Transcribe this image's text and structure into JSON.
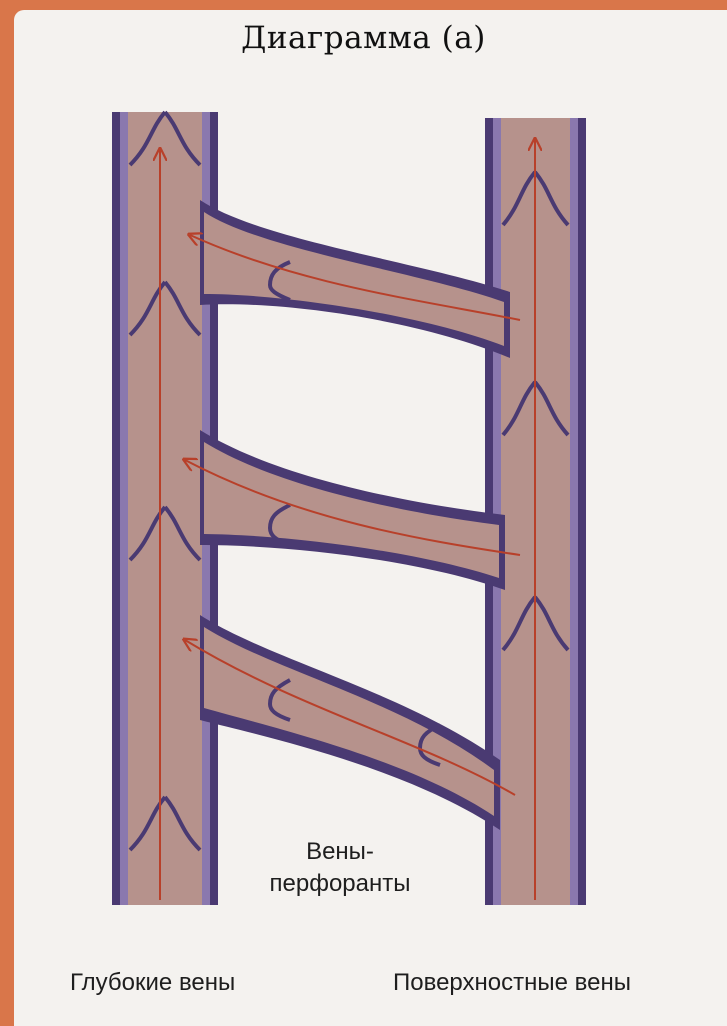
{
  "diagram": {
    "title": "Диаграмма (а)",
    "labels": {
      "perforators_line1": "Вены-",
      "perforators_line2": "перфоранты",
      "deep_veins": "Глубокие вены",
      "superficial_veins": "Поверхностные вены"
    }
  },
  "colors": {
    "frame": "#d9764a",
    "paper": "#f4f2ef",
    "vein_wall": "#4a3a72",
    "vein_lining": "#8a78ae",
    "vein_fill": "#b6928c",
    "flow_arrow": "#b8402a"
  }
}
